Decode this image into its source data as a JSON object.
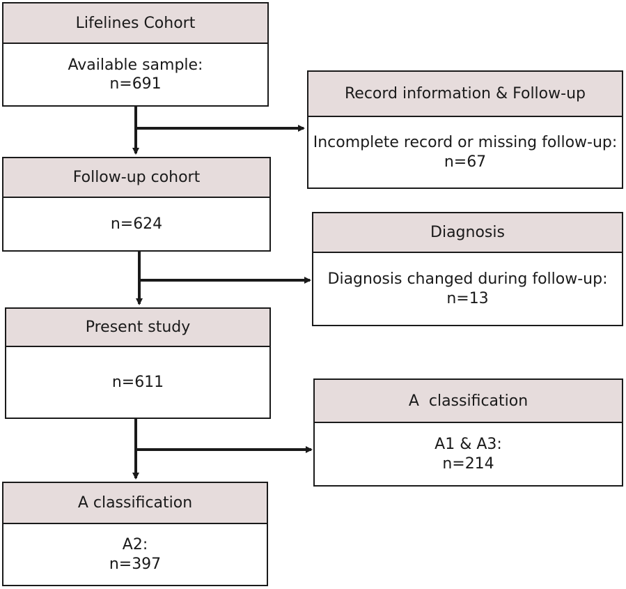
{
  "boxes": {
    "lifelines": {
      "header": "Lifelines Cohort",
      "lines": [
        "Available sample:",
        "n=691"
      ]
    },
    "record": {
      "header": "Record information & Follow-up",
      "lines": [
        "Incomplete record or missing follow-up:",
        "n=67"
      ]
    },
    "followup": {
      "header": "Follow-up cohort",
      "lines": [
        "n=624"
      ]
    },
    "diagnosis": {
      "header": "Diagnosis",
      "lines": [
        "Diagnosis changed during follow-up:",
        "n=13"
      ]
    },
    "present": {
      "header": "Present study",
      "lines": [
        "n=611"
      ]
    },
    "aclass_right": {
      "header": "A  classification",
      "lines": [
        "A1 & A3:",
        "n=214"
      ]
    },
    "aclass_bottom": {
      "header": "A classification",
      "lines": [
        "A2:",
        "n=397"
      ]
    }
  },
  "colors": {
    "header_fill": "#e6dcdc",
    "line": "#1a1a1a"
  }
}
